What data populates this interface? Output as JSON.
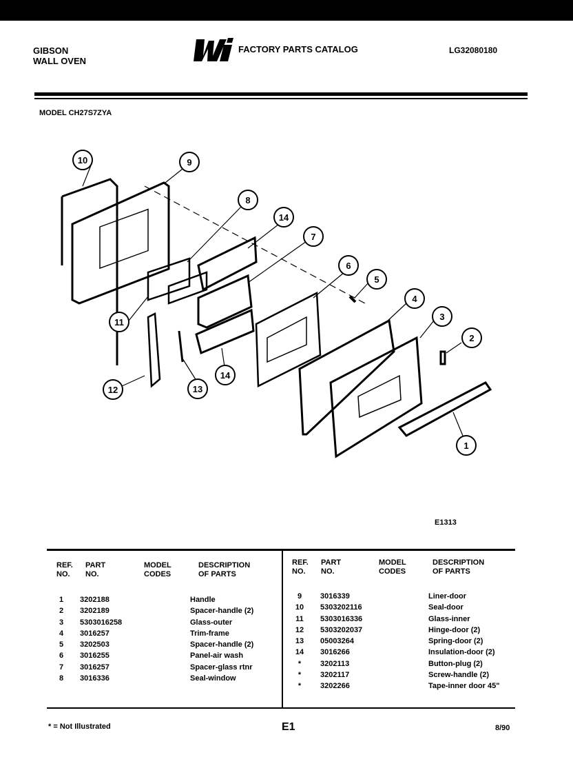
{
  "header": {
    "brand": "GIBSON",
    "product": "WALL OVEN",
    "logo_text": "WCI",
    "catalog_title": "FACTORY PARTS CATALOG",
    "doc_number": "LG32080180"
  },
  "model_label": "MODEL CH27S7ZYA",
  "figure_code": "E1313",
  "callouts": [
    "1",
    "2",
    "3",
    "4",
    "5",
    "6",
    "7",
    "8",
    "9",
    "10",
    "11",
    "12",
    "13",
    "14",
    "14"
  ],
  "table": {
    "headers": {
      "ref": "REF.\nNO.",
      "part": "PART\nNO.",
      "model": "MODEL\nCODES",
      "desc": "DESCRIPTION\nOF PARTS"
    },
    "left": [
      {
        "ref": "1",
        "part": "3202188",
        "desc": "Handle"
      },
      {
        "ref": "2",
        "part": "3202189",
        "desc": "Spacer-handle (2)"
      },
      {
        "ref": "3",
        "part": "5303016258",
        "desc": "Glass-outer"
      },
      {
        "ref": "4",
        "part": "3016257",
        "desc": "Trim-frame"
      },
      {
        "ref": "5",
        "part": "3202503",
        "desc": "Spacer-handle (2)"
      },
      {
        "ref": "6",
        "part": "3016255",
        "desc": "Panel-air wash"
      },
      {
        "ref": "7",
        "part": "3016257",
        "desc": "Spacer-glass rtnr"
      },
      {
        "ref": "8",
        "part": "3016336",
        "desc": "Seal-window"
      }
    ],
    "right": [
      {
        "ref": "9",
        "part": "3016339",
        "desc": "Liner-door"
      },
      {
        "ref": "10",
        "part": "5303202116",
        "desc": "Seal-door"
      },
      {
        "ref": "11",
        "part": "5303016336",
        "desc": "Glass-inner"
      },
      {
        "ref": "12",
        "part": "5303202037",
        "desc": "Hinge-door (2)"
      },
      {
        "ref": "13",
        "part": "05003264",
        "desc": "Spring-door (2)"
      },
      {
        "ref": "14",
        "part": "3016266",
        "desc": "Insulation-door (2)"
      },
      {
        "ref": "*",
        "part": "3202113",
        "desc": "Button-plug (2)"
      },
      {
        "ref": "*",
        "part": "3202117",
        "desc": "Screw-handle (2)"
      },
      {
        "ref": "*",
        "part": "3202266",
        "desc": "Tape-inner door 45\""
      }
    ]
  },
  "footer": {
    "legend": "* = Not Illustrated",
    "page": "E1",
    "date": "8/90"
  }
}
